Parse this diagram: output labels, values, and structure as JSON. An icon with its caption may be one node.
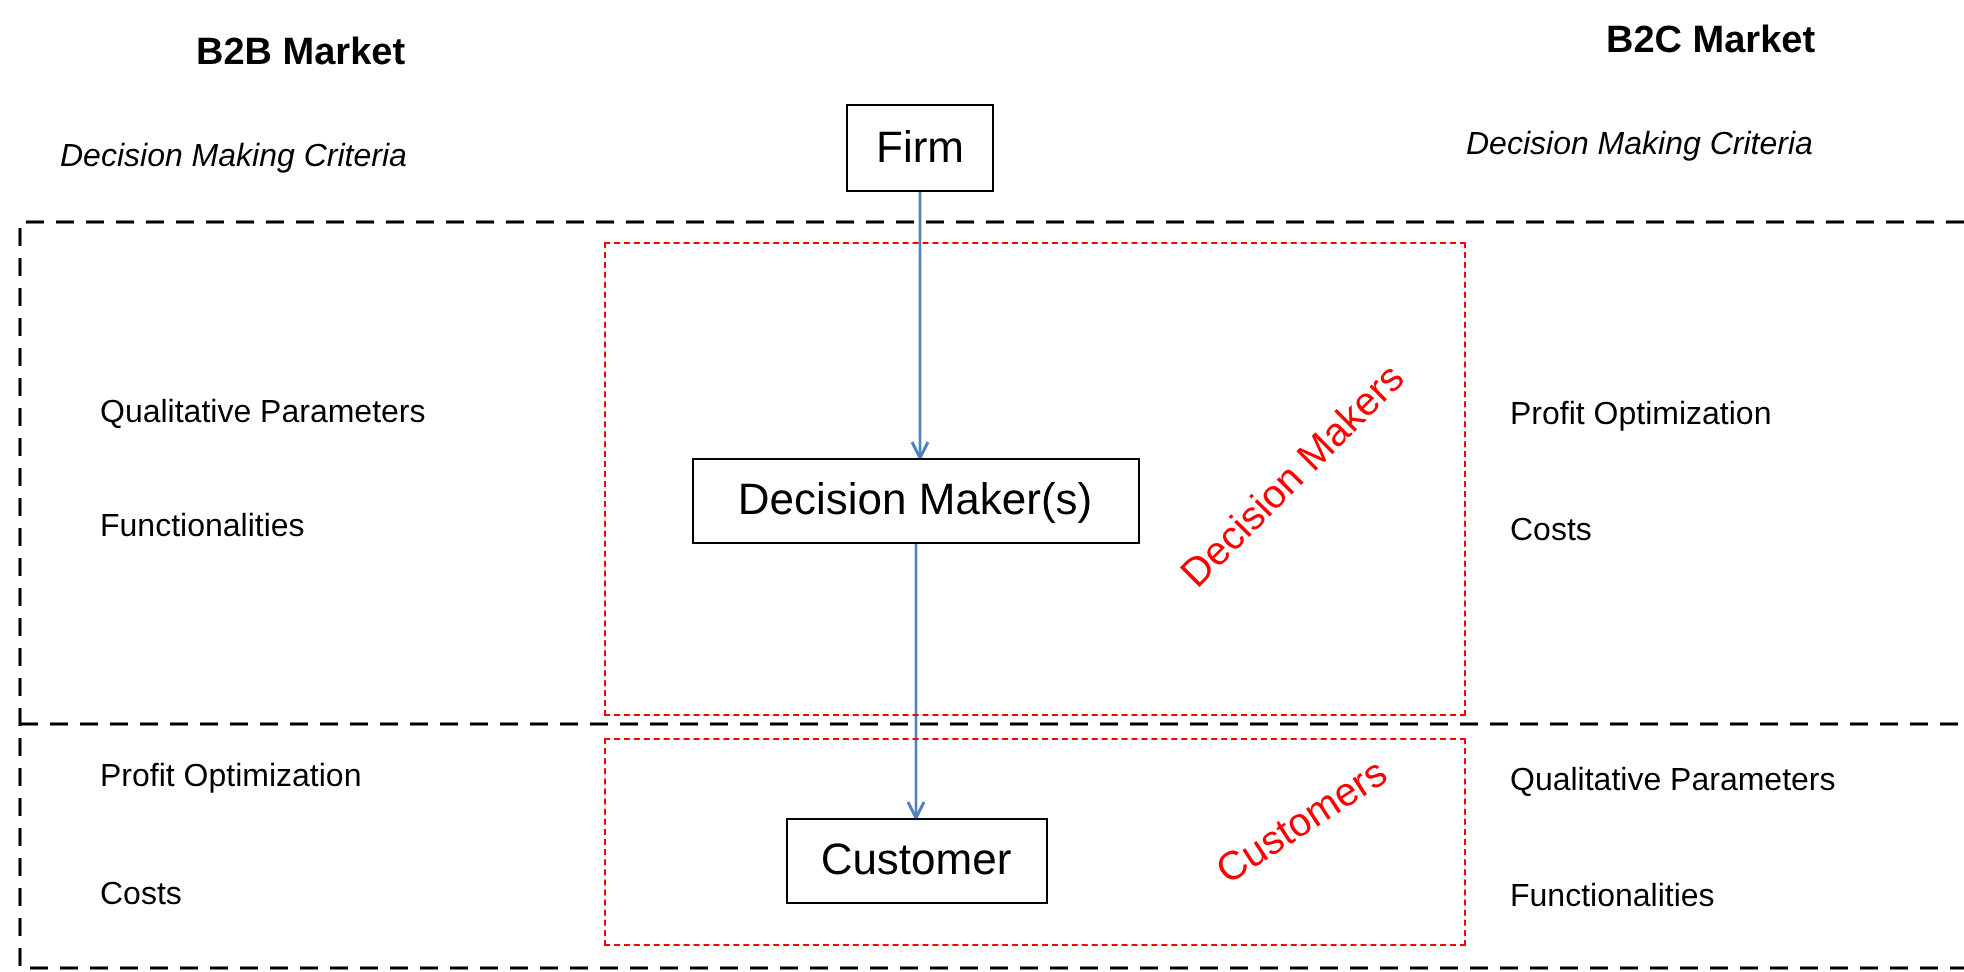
{
  "diagram": {
    "nodes": [
      {
        "text": [
          "Firm"
        ]
      },
      {
        "text": [
          "Decision Makers"
        ]
      },
      {
        "text": [
          "Decision Maker(s)"
        ],
        "in": 1
      },
      {
        "text": [
          "Customers"
        ]
      },
      {
        "text": [
          "Customer"
        ],
        "in": 3
      }
    ],
    "edges": [
      {
        "from": 0,
        "to": 2,
        "arrow": "to"
      },
      {
        "from": 2,
        "to": 4,
        "arrow": "to"
      }
    ],
    "labels": [
      "B2B Market",
      "B2C Market",
      "Decision Making Criteria",
      "Decision Making Criteria",
      "Qualitative Parameters",
      "Profit Optimization",
      "Functionalities",
      "Costs",
      "Profit Optimization",
      "Qualitative Parameters",
      "Costs",
      "Functionalities"
    ]
  }
}
